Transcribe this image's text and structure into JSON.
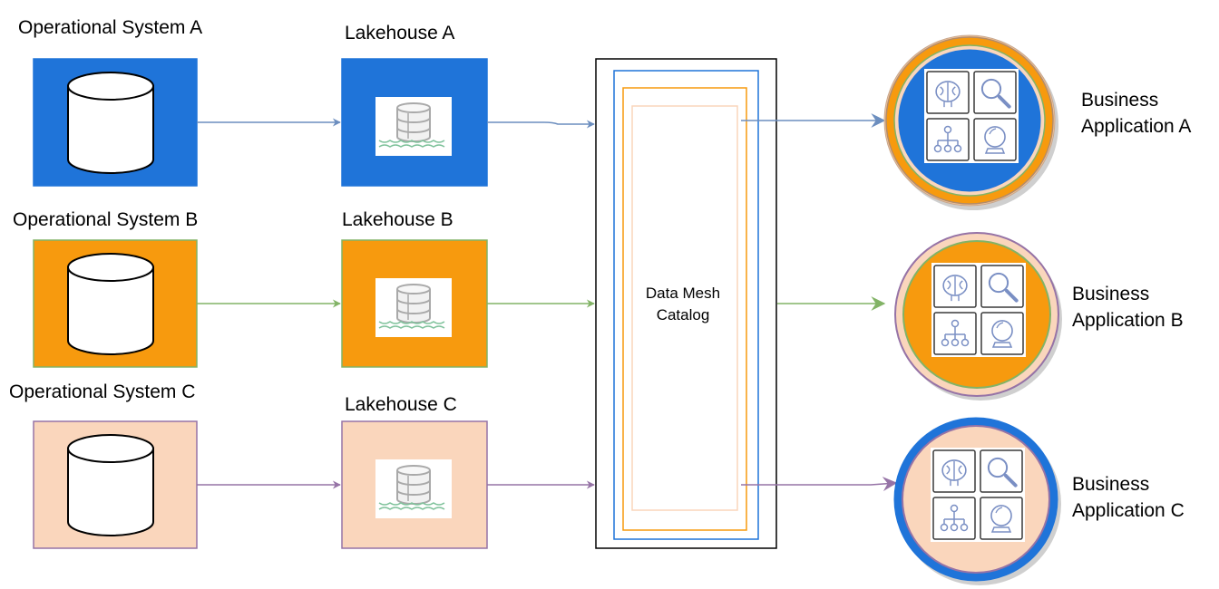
{
  "colors": {
    "blue": "#1f74d9",
    "orange": "#f79a0e",
    "peach": "#fad6bc",
    "green": "#82b366",
    "purple": "#9673a6",
    "steel": "#6c8ebf",
    "black": "#000000"
  },
  "operational": [
    {
      "label": "Operational System A",
      "fill": "#1f74d9",
      "border": "#1f74d9",
      "icon": "database-cylinder-icon"
    },
    {
      "label": "Operational System B",
      "fill": "#f79a0e",
      "border": "#82b366",
      "icon": "database-cylinder-icon"
    },
    {
      "label": "Operational System C",
      "fill": "#fad6bc",
      "border": "#9673a6",
      "icon": "database-cylinder-icon"
    }
  ],
  "lakehouses": [
    {
      "label": "Lakehouse A",
      "fill": "#1f74d9",
      "border": "#1f74d9",
      "icon": "lakehouse-icon"
    },
    {
      "label": "Lakehouse B",
      "fill": "#f79a0e",
      "border": "#82b366",
      "icon": "lakehouse-icon"
    },
    {
      "label": "Lakehouse C",
      "fill": "#fad6bc",
      "border": "#9673a6",
      "icon": "lakehouse-icon"
    }
  ],
  "catalog": {
    "line1": "Data Mesh",
    "line2": "Catalog"
  },
  "applications": [
    {
      "line1": "Business",
      "line2": "Application A",
      "inner": "#1f74d9",
      "icons": [
        "brain-icon",
        "magnifier-icon",
        "hierarchy-icon",
        "crystal-ball-icon"
      ]
    },
    {
      "line1": "Business",
      "line2": "Application B",
      "inner": "#f79a0e",
      "icons": [
        "brain-icon",
        "magnifier-icon",
        "hierarchy-icon",
        "crystal-ball-icon"
      ]
    },
    {
      "line1": "Business",
      "line2": "Application C",
      "inner": "#fad6bc",
      "icons": [
        "brain-icon",
        "magnifier-icon",
        "hierarchy-icon",
        "crystal-ball-icon"
      ]
    }
  ]
}
